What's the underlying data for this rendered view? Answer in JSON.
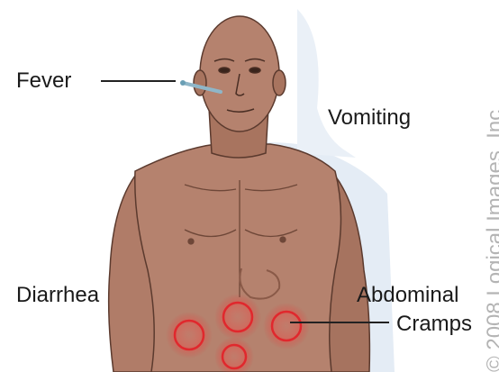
{
  "labels": {
    "fever": "Fever",
    "vomiting": "Vomiting",
    "diarrhea": "Diarrhea",
    "abdominal": "Abdominal",
    "cramps": "Cramps"
  },
  "watermark": "© 2008 Logical Images, Inc.",
  "colors": {
    "skin": "#b5826e",
    "skin_shadow": "#9c6b58",
    "outline": "#5b3a2e",
    "cramp_red": "#e0282d",
    "shadow_blue": "#dde7f1",
    "text": "#1a1a1a"
  },
  "icons": [
    "thermometer-icon",
    "cramp-marker-icon"
  ]
}
